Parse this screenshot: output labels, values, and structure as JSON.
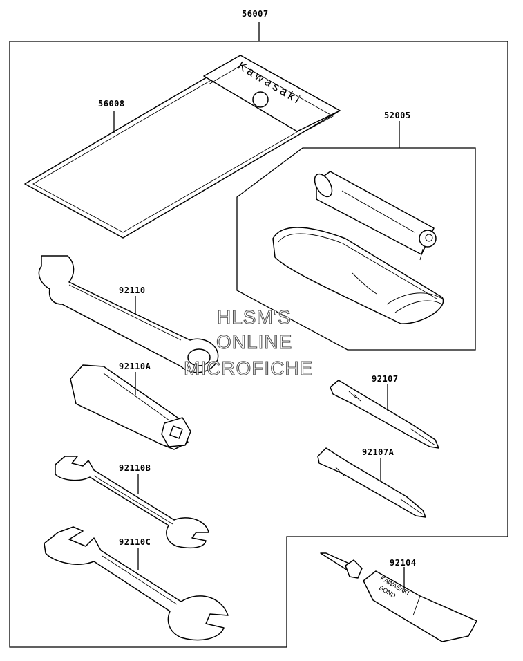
{
  "parts": {
    "kit": "56007",
    "pouch": "56008",
    "grease_kit": "52005",
    "spanner": "92110",
    "box_wrench": "92110A",
    "wrench_small": "92110B",
    "wrench_large": "92110C",
    "screwdriver": "92107",
    "screwdriver_alt": "92107A",
    "bond_tube": "92104"
  },
  "pouch_brand": "Kawasaki",
  "bond_label": {
    "line1": "KAWASAKI",
    "line2": "BOND"
  },
  "watermark": {
    "line1": "HLSM'S",
    "line2": "ONLINE",
    "line3": "MICROFICHE"
  }
}
